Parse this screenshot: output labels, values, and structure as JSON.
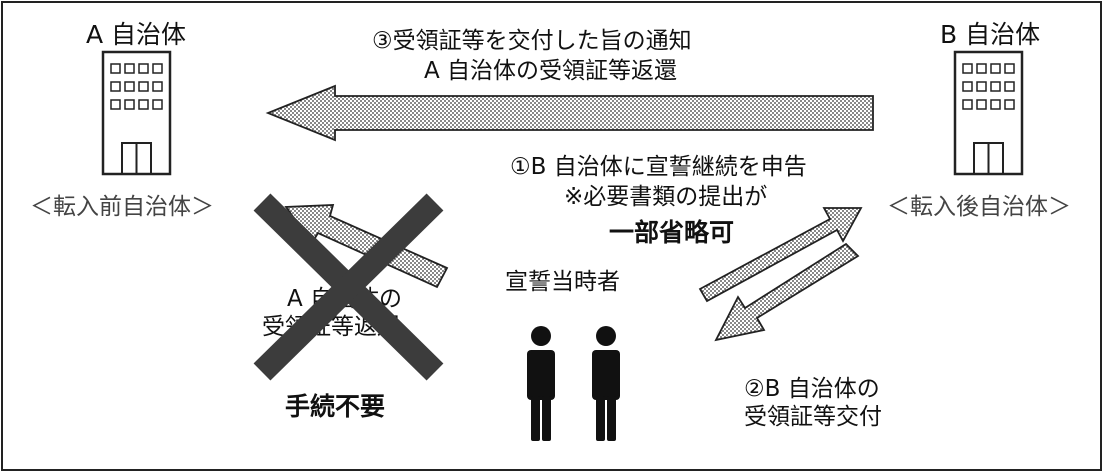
{
  "municipality_a": {
    "name": "A 自治体",
    "role": "＜転入前自治体＞"
  },
  "municipality_b": {
    "name": "B 自治体",
    "role": "＜転入後自治体＞"
  },
  "step3": {
    "line1": "③受領証等を交付した旨の通知",
    "line2": "A 自治体の受領証等返還"
  },
  "step1": {
    "line1": "①B 自治体に宣誓継続を申告",
    "line2": "※必要書類の提出が",
    "line3": "一部省略可"
  },
  "step2": {
    "line1": "②B 自治体の",
    "line2": "受領証等交付"
  },
  "crossed": {
    "line1": "A 自治体の",
    "line2": "受領証等返還",
    "note": "手続不要"
  },
  "persons_label": "宣誓当時者"
}
